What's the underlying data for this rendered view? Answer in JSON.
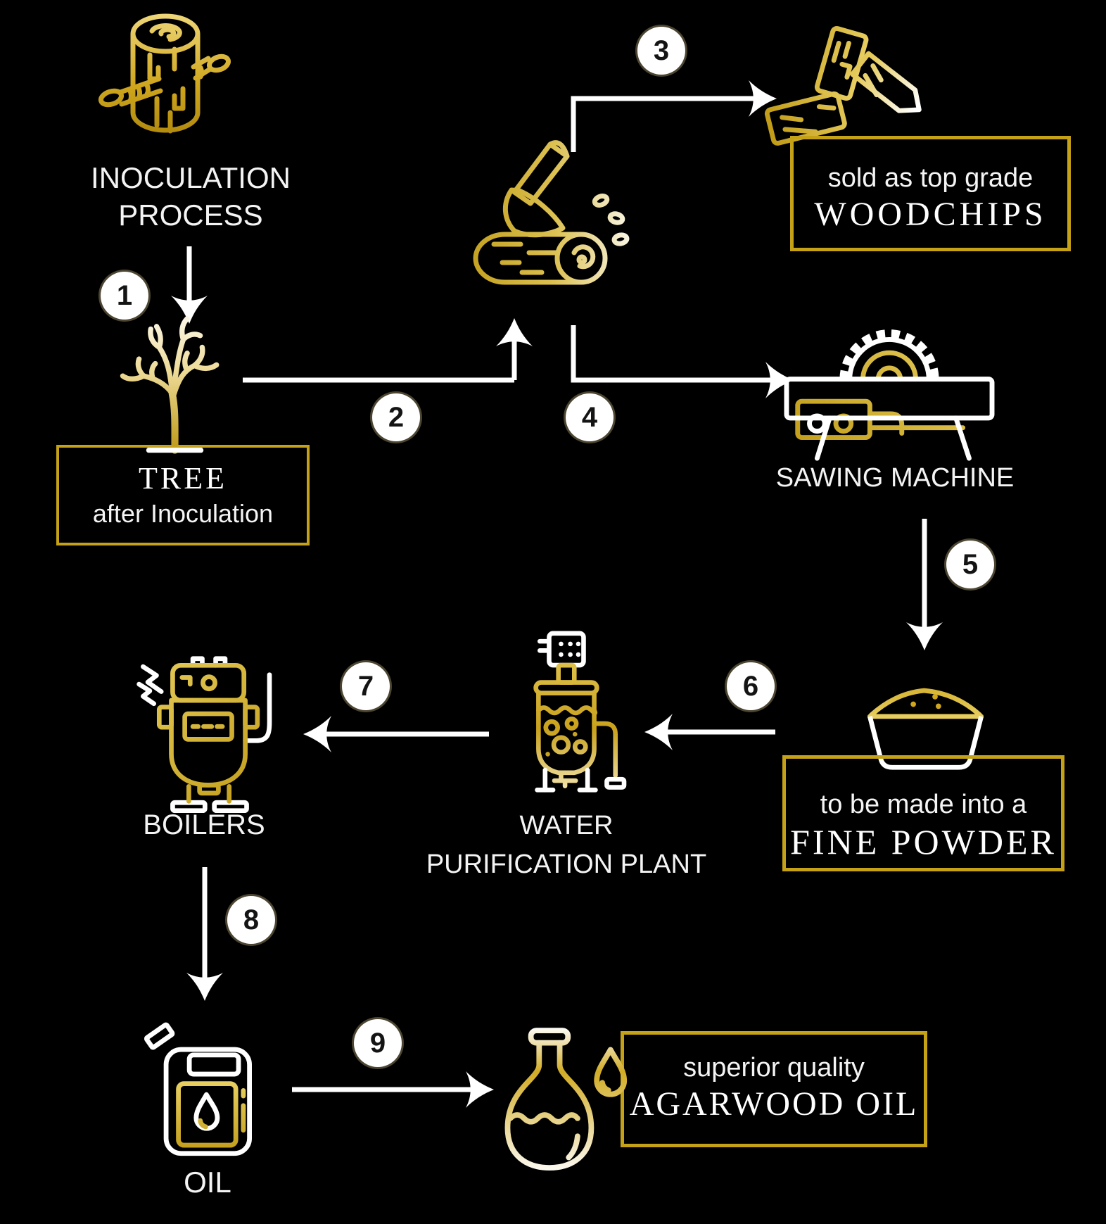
{
  "page": {
    "background": "#000000",
    "accent_gold": "#c4a117",
    "icon_gold": "#c9a11c",
    "text_white": "#f4f4f4"
  },
  "nodes": {
    "inoculation": {
      "line1": "INOCULATION",
      "line2": "PROCESS",
      "icon": "inoculated-log-icon"
    },
    "tree": {
      "title": "TREE",
      "subtitle": "after Inoculation",
      "icon": "tree-icon"
    },
    "chopping": {
      "icon": "axe-log-icon"
    },
    "woodchips": {
      "subtitle": "sold as top grade",
      "title": "WOODCHIPS",
      "icon": "woodchips-icon"
    },
    "sawing": {
      "label": "SAWING MACHINE",
      "icon": "sawing-machine-icon"
    },
    "powder": {
      "subtitle": "to be made into a",
      "title": "FINE POWDER",
      "icon": "powder-bowl-icon"
    },
    "water_plant": {
      "line1": "WATER",
      "line2": "PURIFICATION PLANT",
      "icon": "water-purification-icon"
    },
    "boilers": {
      "label": "BOILERS",
      "icon": "boiler-icon"
    },
    "oil": {
      "label": "OIL",
      "icon": "oil-can-icon"
    },
    "agarwood": {
      "subtitle": "superior quality",
      "title": "AGARWOOD OIL",
      "icon": "flask-drop-icon"
    }
  },
  "steps": [
    {
      "number": "1"
    },
    {
      "number": "2"
    },
    {
      "number": "3"
    },
    {
      "number": "4"
    },
    {
      "number": "5"
    },
    {
      "number": "6"
    },
    {
      "number": "7"
    },
    {
      "number": "8"
    },
    {
      "number": "9"
    }
  ]
}
